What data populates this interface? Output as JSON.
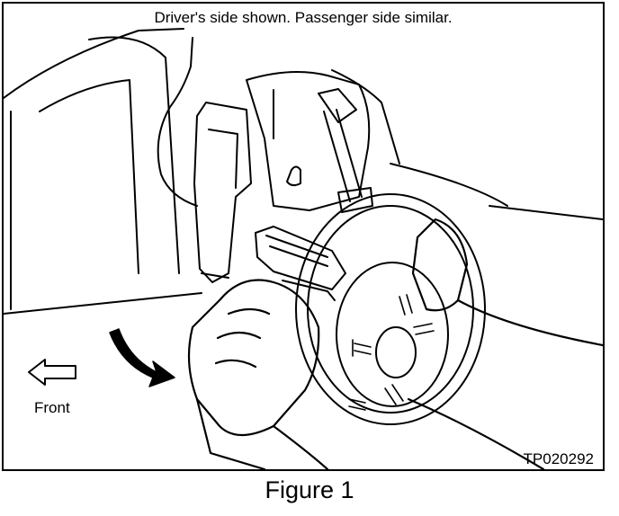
{
  "figure": {
    "caption": "Driver's side shown. Passenger side similar.",
    "direction_label": "Front",
    "code": "TP020292",
    "title": "Figure 1"
  },
  "icons": [
    "front-arrow-icon",
    "rotation-arrow-icon"
  ],
  "colors": {
    "line": "#000000",
    "background": "#ffffff"
  }
}
